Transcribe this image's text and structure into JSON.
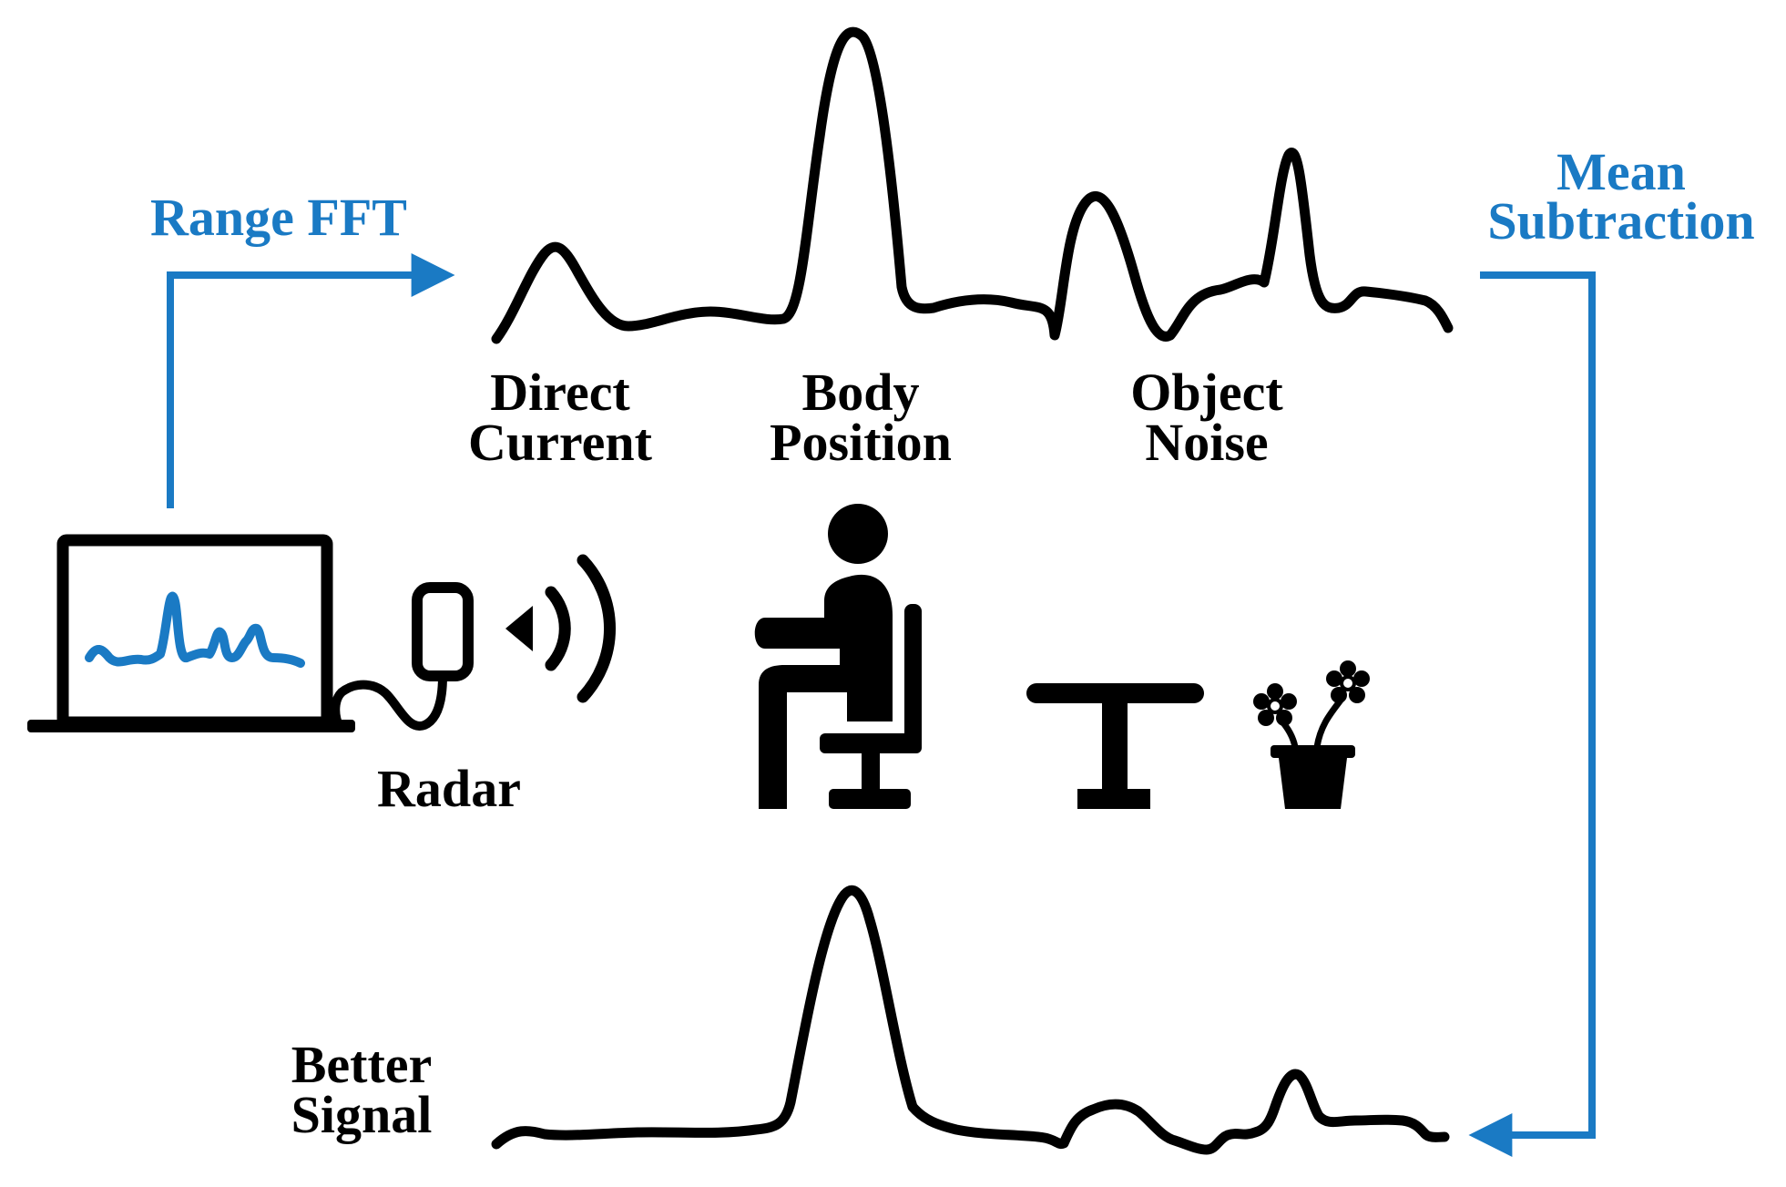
{
  "colors": {
    "accent": "#1a7ac4",
    "ink": "#000000",
    "background": "#ffffff"
  },
  "labels": {
    "range_fft": "Range FFT",
    "mean_subtraction_line1": "Mean",
    "mean_subtraction_line2": "Subtraction",
    "direct_current_line1": "Direct",
    "direct_current_line2": "Current",
    "body_position_line1": "Body",
    "body_position_line2": "Position",
    "object_noise_line1": "Object",
    "object_noise_line2": "Noise",
    "radar": "Radar",
    "better_signal_line1": "Better",
    "better_signal_line2": "Signal"
  },
  "icons": {
    "laptop": "laptop-icon",
    "radar_device": "radar-device-icon",
    "radio_waves": "radio-waves-icon",
    "seated_person": "seated-person-icon",
    "table": "table-icon",
    "potted_flower": "potted-flower-icon"
  }
}
